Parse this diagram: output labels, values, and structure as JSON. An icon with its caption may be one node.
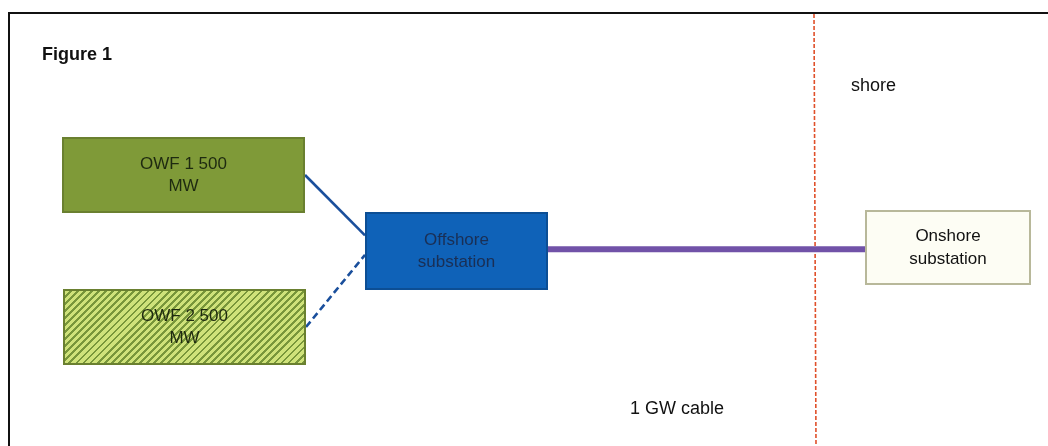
{
  "diagram": {
    "title": "Figure 1",
    "nodes": [
      {
        "text": [
          "OWF 1 500 MW"
        ]
      },
      {
        "text": [
          "OWF 2 500 MW"
        ]
      },
      {
        "text": [
          "Offshore substation"
        ]
      },
      {
        "text": [
          "Onshore substation"
        ]
      }
    ],
    "edges": [
      {
        "from": 0,
        "to": 2,
        "arrow": "none"
      },
      {
        "from": 1,
        "to": 2,
        "arrow": "none",
        "style": "dashed"
      },
      {
        "from": 2,
        "to": 3,
        "arrow": "none",
        "style": "thick",
        "color": "#7152a8"
      }
    ],
    "labels": [
      "shore",
      "1 GW cable"
    ]
  }
}
